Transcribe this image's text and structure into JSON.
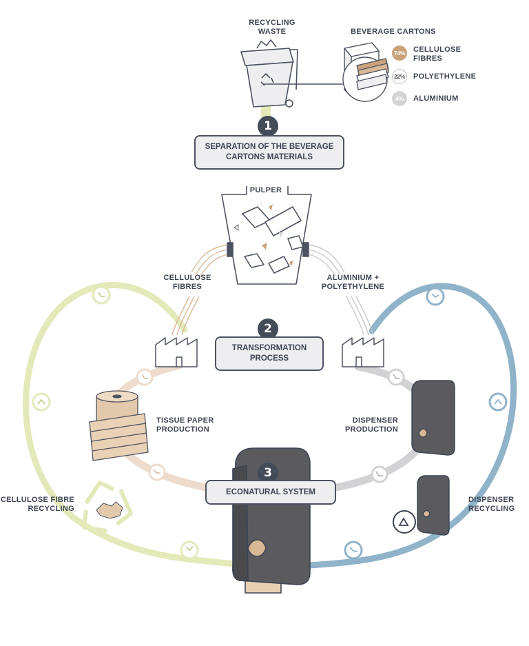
{
  "header": {
    "recycling_waste": [
      "RECYCLING",
      "WASTE"
    ],
    "beverage_cartons": "BEVERAGE CARTONS"
  },
  "composition": [
    {
      "percent": "74%",
      "label": [
        "CELLULOSE",
        "FIBRES"
      ],
      "color": "#c9a27c"
    },
    {
      "percent": "22%",
      "label": [
        "POLYETHYLENE"
      ],
      "color": "#ffffff"
    },
    {
      "percent": "4%",
      "label": [
        "ALUMINIUM"
      ],
      "color": "#d4d4d4"
    }
  ],
  "steps": [
    {
      "number": "1",
      "label": [
        "SEPARATION OF THE BEVERAGE",
        "CARTONS MATERIALS"
      ]
    },
    {
      "number": "2",
      "label": [
        "TRANSFORMATION",
        "PROCESS"
      ]
    },
    {
      "number": "3",
      "label": [
        "ECONATURAL SYSTEM"
      ]
    }
  ],
  "labels": {
    "pulper": "PULPER",
    "cellulose_fibres": [
      "CELLULOSE",
      "FIBRES"
    ],
    "aluminium_polyethylene": [
      "ALUMINIUM +",
      "POLYETHYLENE"
    ],
    "tissue_paper": [
      "TISSUE PAPER",
      "PRODUCTION"
    ],
    "dispenser_production": [
      "DISPENSER",
      "PRODUCTION"
    ],
    "cellulose_fibre_recycling": [
      "CELLULOSE FIBRE",
      "RECYCLING"
    ],
    "dispenser_recycling": [
      "DISPENSER",
      "RECYCLING"
    ]
  },
  "colors": {
    "green_loop": "#e3e9b9",
    "blue_loop": "#8fb3c9",
    "tan_loop": "#eddccd",
    "grey_loop": "#d2d2d5",
    "dark": "#444b59",
    "tan": "#d9b995"
  }
}
